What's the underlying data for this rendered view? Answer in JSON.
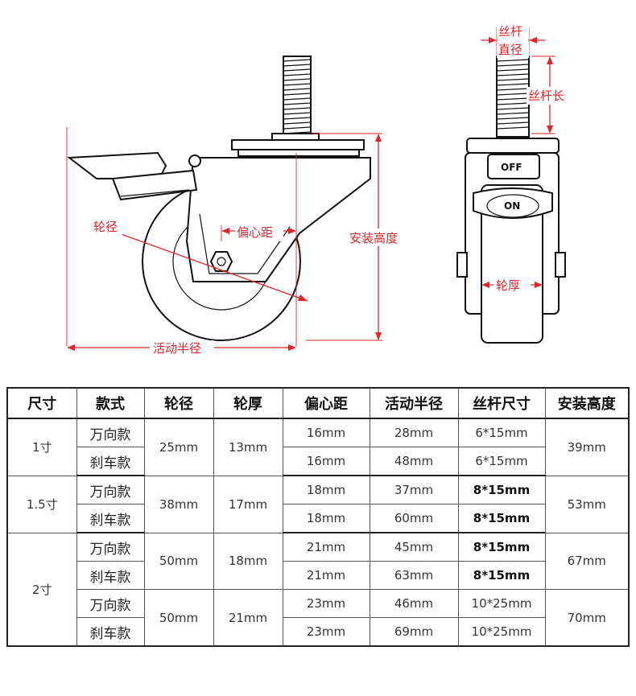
{
  "diagram": {
    "labels": {
      "wheel_diameter": "轮径",
      "offset": "偏心距",
      "install_height": "安装高度",
      "swivel_radius": "活动半径",
      "stem_diameter_line1": "丝杆",
      "stem_diameter_line2": "直径",
      "stem_length": "丝杆长",
      "wheel_thickness": "轮厚",
      "brake_off": "OFF",
      "brake_on": "ON"
    },
    "colors": {
      "dimension": "#e0262a",
      "line": "#111111"
    }
  },
  "table": {
    "headers": [
      "尺寸",
      "款式",
      "轮径",
      "轮厚",
      "偏心距",
      "活动半径",
      "丝杆尺寸",
      "安装高度"
    ],
    "rows": [
      {
        "size": "1寸",
        "style": "万向款",
        "wheel_diameter": "25mm",
        "thickness": "13mm",
        "offset": "16mm",
        "radius": "28mm",
        "thread": "6*15mm",
        "height": "39mm"
      },
      {
        "size": "",
        "style": "刹车款",
        "wheel_diameter": "",
        "thickness": "",
        "offset": "16mm",
        "radius": "48mm",
        "thread": "6*15mm",
        "height": ""
      },
      {
        "size": "1.5寸",
        "style": "万向款",
        "wheel_diameter": "38mm",
        "thickness": "17mm",
        "offset": "18mm",
        "radius": "37mm",
        "thread": "8*15mm",
        "height": "53mm"
      },
      {
        "size": "",
        "style": "刹车款",
        "wheel_diameter": "",
        "thickness": "",
        "offset": "18mm",
        "radius": "60mm",
        "thread": "8*15mm",
        "height": ""
      },
      {
        "size": "2寸",
        "style": "万向款",
        "wheel_diameter": "50mm",
        "thickness": "18mm",
        "offset": "21mm",
        "radius": "45mm",
        "thread": "8*15mm",
        "height": "67mm"
      },
      {
        "size": "",
        "style": "刹车款",
        "wheel_diameter": "",
        "thickness": "",
        "offset": "21mm",
        "radius": "63mm",
        "thread": "8*15mm",
        "height": ""
      },
      {
        "size": "",
        "style": "万向款",
        "wheel_diameter": "50mm",
        "thickness": "21mm",
        "offset": "23mm",
        "radius": "46mm",
        "thread": "10*25mm",
        "height": "70mm"
      },
      {
        "size": "",
        "style": "刹车款",
        "wheel_diameter": "",
        "thickness": "",
        "offset": "23mm",
        "radius": "69mm",
        "thread": "10*25mm",
        "height": ""
      }
    ]
  }
}
